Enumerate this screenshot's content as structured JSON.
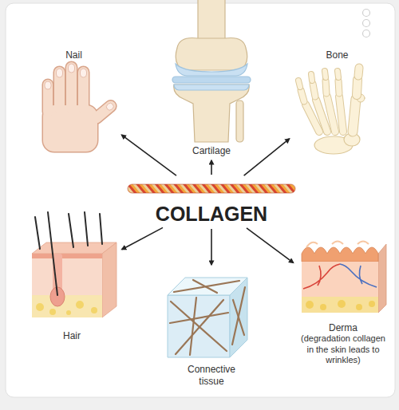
{
  "diagram": {
    "nodes": [
      {
        "text": [
          "Nail"
        ]
      },
      {
        "text": [
          "Cartilage"
        ]
      },
      {
        "text": [
          "Bone"
        ]
      },
      {
        "text": [
          "COLLAGEN"
        ]
      },
      {
        "text": [
          "Hair"
        ]
      },
      {
        "text": [
          "Connective tissue"
        ]
      },
      {
        "text": [
          "Derma",
          "(degradation collagen in the skin leads to wrinkles)"
        ]
      }
    ],
    "edges": [
      {
        "from": 3,
        "to": 0,
        "arrow": "to"
      },
      {
        "from": 3,
        "to": 1,
        "arrow": "to"
      },
      {
        "from": 3,
        "to": 2,
        "arrow": "to"
      },
      {
        "from": 3,
        "to": 4,
        "arrow": "to"
      },
      {
        "from": 3,
        "to": 5,
        "arrow": "to"
      },
      {
        "from": 3,
        "to": 6,
        "arrow": "to"
      }
    ]
  }
}
